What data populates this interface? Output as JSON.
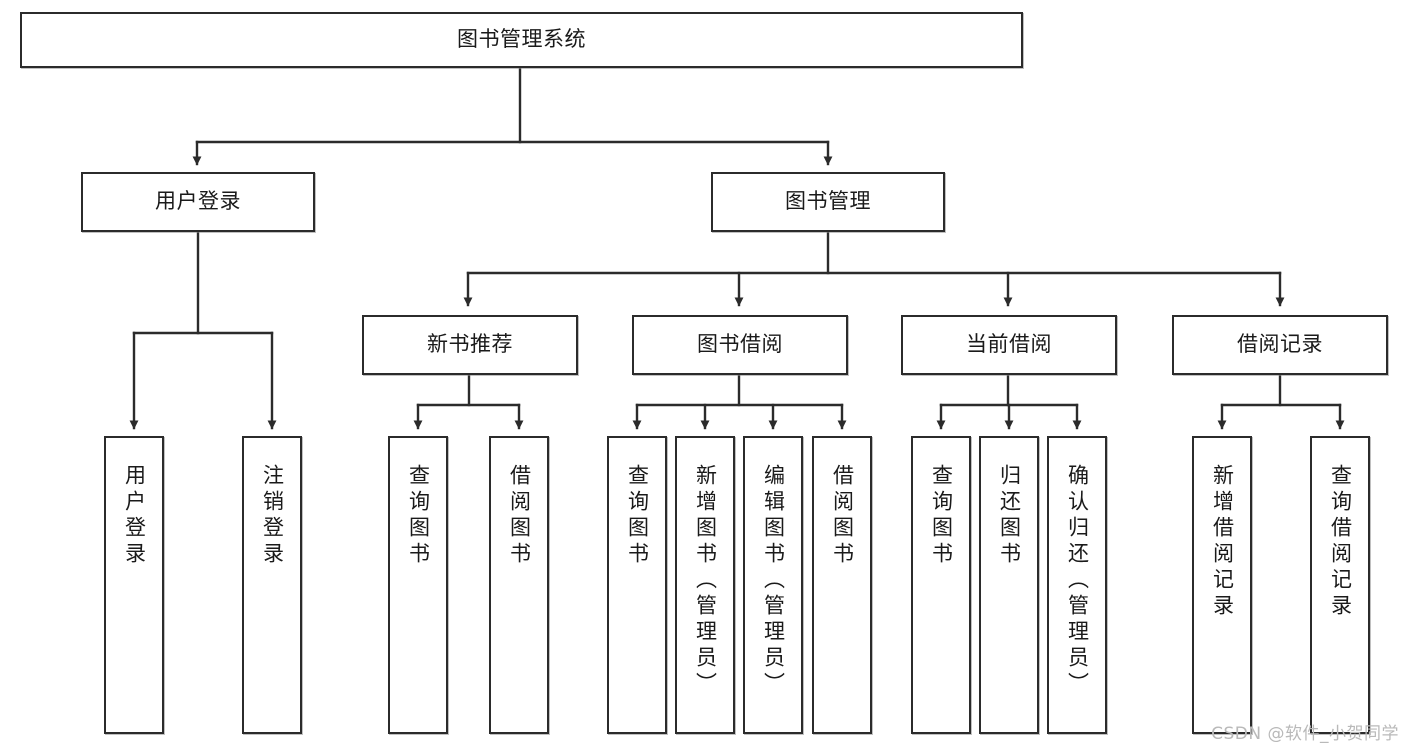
{
  "diagram": {
    "title_node": {
      "label": "图书管理系统"
    },
    "level2": [
      {
        "id": "user-login",
        "label": "用户登录"
      },
      {
        "id": "book-manage",
        "label": "图书管理"
      }
    ],
    "level3": [
      {
        "id": "new-book-rec",
        "label": "新书推荐"
      },
      {
        "id": "book-borrow",
        "label": "图书借阅"
      },
      {
        "id": "current-borrow",
        "label": "当前借阅"
      },
      {
        "id": "borrow-record",
        "label": "借阅记录"
      }
    ],
    "leaves": [
      {
        "id": "leaf-user-login",
        "label": "用户登录",
        "parent": "user-login"
      },
      {
        "id": "leaf-logout",
        "label": "注销登录",
        "parent": "user-login"
      },
      {
        "id": "leaf-query-book-1",
        "label": "查询图书",
        "parent": "new-book-rec"
      },
      {
        "id": "leaf-borrow-book-1",
        "label": "借阅图书",
        "parent": "new-book-rec"
      },
      {
        "id": "leaf-query-book-2",
        "label": "查询图书",
        "parent": "book-borrow"
      },
      {
        "id": "leaf-add-book",
        "label": "新增图书（管理员）",
        "parent": "book-borrow"
      },
      {
        "id": "leaf-edit-book",
        "label": "编辑图书（管理员）",
        "parent": "book-borrow"
      },
      {
        "id": "leaf-borrow-book-2",
        "label": "借阅图书",
        "parent": "book-borrow"
      },
      {
        "id": "leaf-query-book-3",
        "label": "查询图书",
        "parent": "current-borrow"
      },
      {
        "id": "leaf-return-book",
        "label": "归还图书",
        "parent": "current-borrow"
      },
      {
        "id": "leaf-confirm-return",
        "label": "确认归还（管理员）",
        "parent": "current-borrow"
      },
      {
        "id": "leaf-add-record",
        "label": "新增借阅记录",
        "parent": "borrow-record"
      },
      {
        "id": "leaf-query-record",
        "label": "查询借阅记录",
        "parent": "borrow-record"
      }
    ]
  },
  "watermark": {
    "text": "CSDN @软件_小贺同学"
  },
  "colors": {
    "line": "#2b2b2b",
    "box_border": "#2b2b2b",
    "box_fill": "#ffffff",
    "text": "#1a1a1a",
    "watermark": "#b9b9b9"
  }
}
